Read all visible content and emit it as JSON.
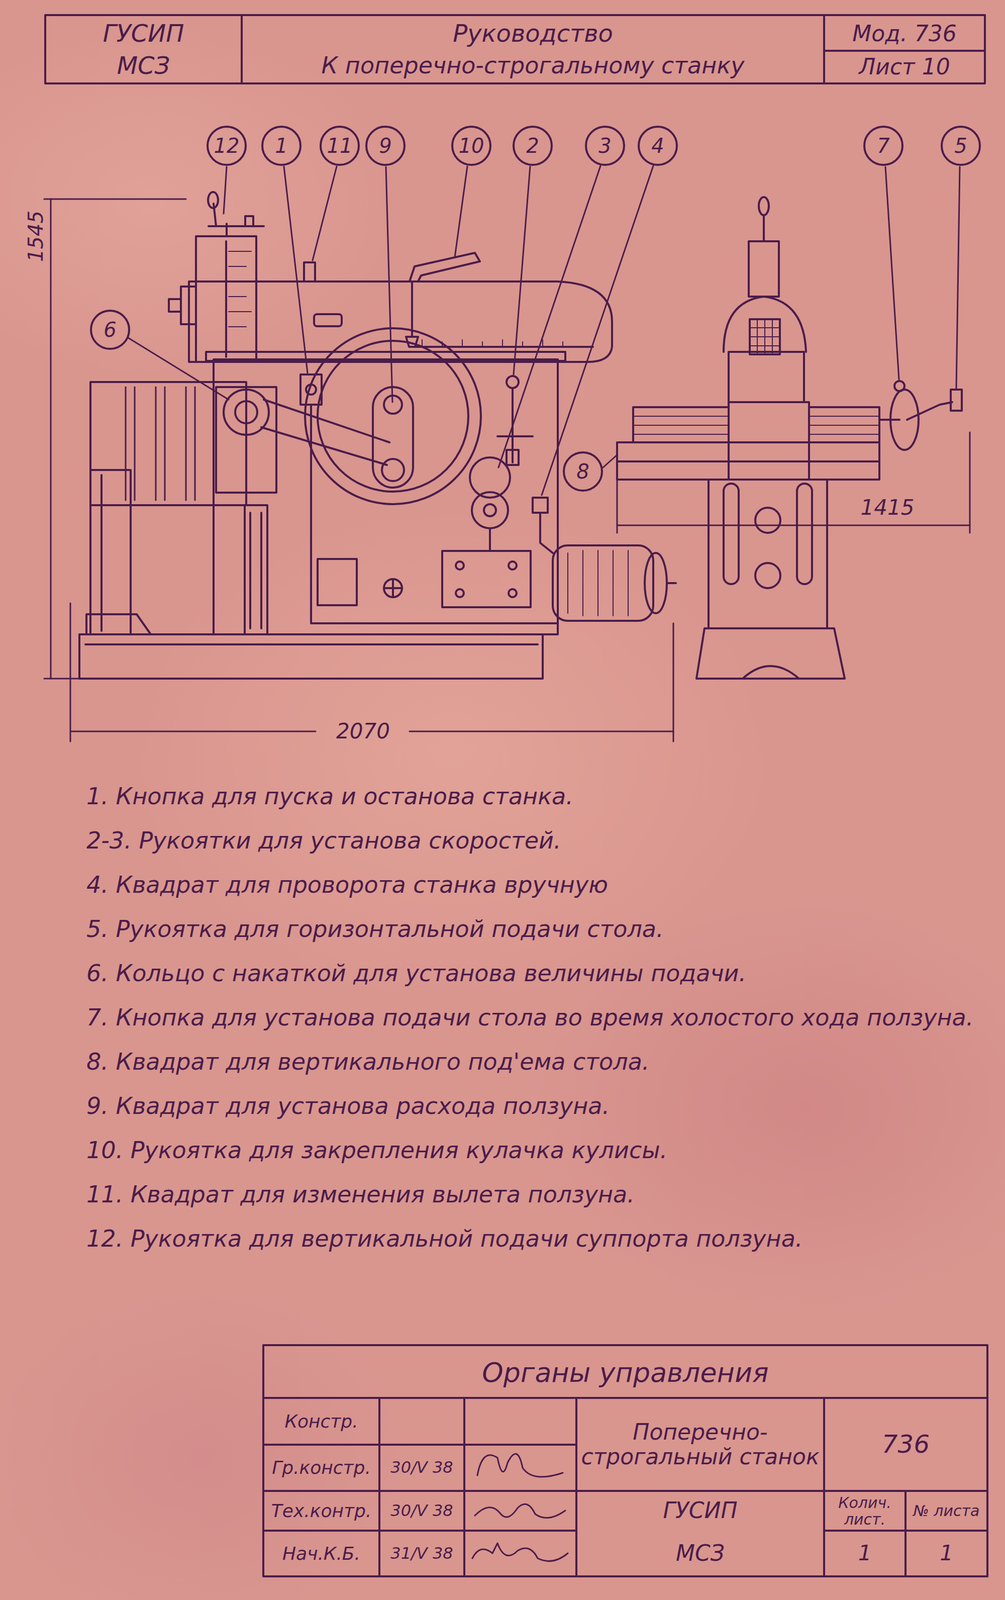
{
  "diagram": {
    "nodes": [
      {
        "text": [
          "12"
        ]
      },
      {
        "text": [
          "1"
        ]
      },
      {
        "text": [
          "11"
        ]
      },
      {
        "text": [
          "9"
        ]
      },
      {
        "text": [
          "10"
        ]
      },
      {
        "text": [
          "2"
        ]
      },
      {
        "text": [
          "3"
        ]
      },
      {
        "text": [
          "4"
        ]
      },
      {
        "text": [
          "7"
        ]
      },
      {
        "text": [
          "5"
        ]
      },
      {
        "text": [
          "6"
        ]
      },
      {
        "text": [
          "8"
        ]
      }
    ],
    "labels": [
      "ГУСИП",
      "МСЗ",
      "Руководство",
      "К поперечно-строгальному станку",
      "Мод. 736",
      "Лист 10",
      "1545",
      "2070",
      "1415",
      "1. Кнопка для пуска и останова станка.",
      "2-3. Рукоятки для установа скоростей.",
      "4. Квадрат для проворота станка вручную",
      "5. Рукоятка для горизонтальной подачи стола.",
      "6. Кольцо с накаткой для установа величины подачи.",
      "7. Кнопка для установа подачи стола во время холостого хода ползуна.",
      "8. Квадрат для вертикального под'ема стола.",
      "9. Квадрат для установа расхода ползуна.",
      "10. Рукоятка для закрепления кулачка кулисы.",
      "11. Квадрат для изменения вылета ползуна.",
      "12. Рукоятка для вертикальной подачи суппорта ползуна.",
      "Органы управления",
      "Констр.",
      "Гр.констр.",
      "30/V 38",
      "Тех.контр.",
      "30/V 38",
      "Нач.К.Б.",
      "31/V 38",
      "Поперечно-строгальный станок",
      "736",
      "ГУСИП",
      "МСЗ",
      "Колич. лист.",
      "№ листа",
      "1",
      "1"
    ]
  }
}
